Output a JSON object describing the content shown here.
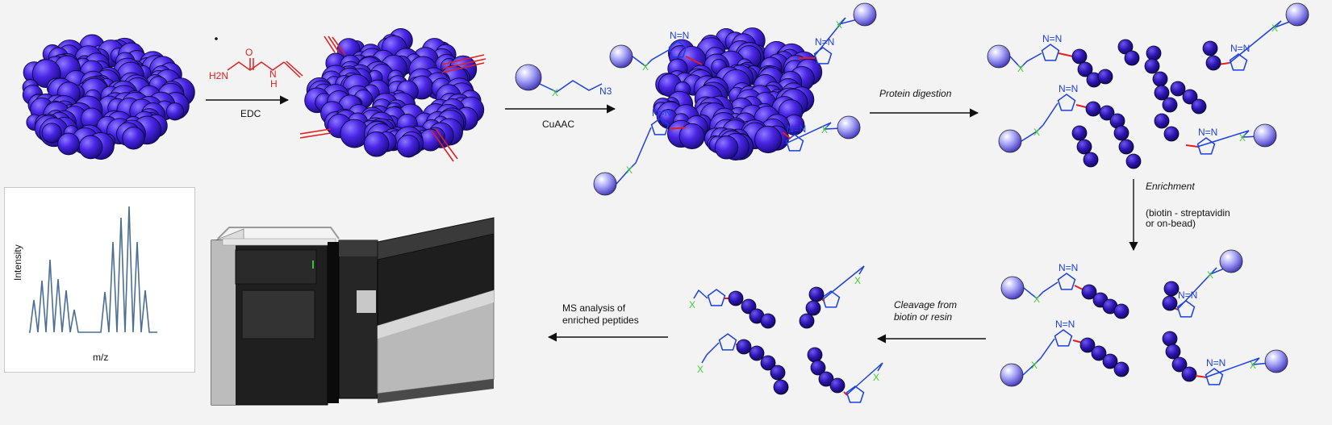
{
  "steps": {
    "edc": "EDC",
    "cuaac": "CuAAC",
    "digestion": "Protein digestion",
    "enrichment_title": "Enrichment",
    "enrichment_line1": "(biotin - streptavidin",
    "enrichment_line2": "or on-bead)",
    "cleavage_line1": "Cleavage from",
    "cleavage_line2": "biotin or resin",
    "ms_line1": "MS analysis of",
    "ms_line2": "enriched peptides"
  },
  "reagents": {
    "amine": "H2N",
    "nh": "N",
    "h": "H",
    "x": "X",
    "n3": "N3"
  },
  "spectrum": {
    "ylabel": "Intensity",
    "xlabel": "m/z"
  },
  "colors": {
    "bead_dark": "#3a1ccf",
    "bead_light": "#7a5cff",
    "alkyne": "#e02020",
    "triazole": "#1b3fe0",
    "linker_x": "#3fcf2a",
    "spectrum": "#4b6f93"
  }
}
